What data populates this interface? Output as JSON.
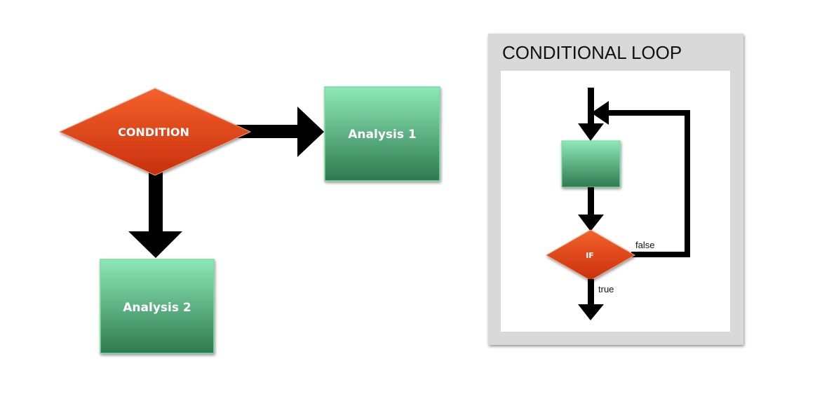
{
  "left_flow": {
    "condition_label": "CONDITION",
    "analysis_1_label": "Analysis 1",
    "analysis_2_label": "Analysis 2"
  },
  "loop_panel": {
    "title": "CONDITIONAL LOOP",
    "if_label": "IF",
    "false_label": "false",
    "true_label": "true"
  },
  "colors": {
    "condition_fill_top": "#f4612b",
    "condition_fill_bottom": "#c8300d",
    "analysis_fill_top": "#8de8b8",
    "analysis_fill_bottom": "#2e7a4e",
    "arrow": "#000000",
    "panel_frame": "#d9d9d9",
    "panel_inner": "#ffffff"
  }
}
